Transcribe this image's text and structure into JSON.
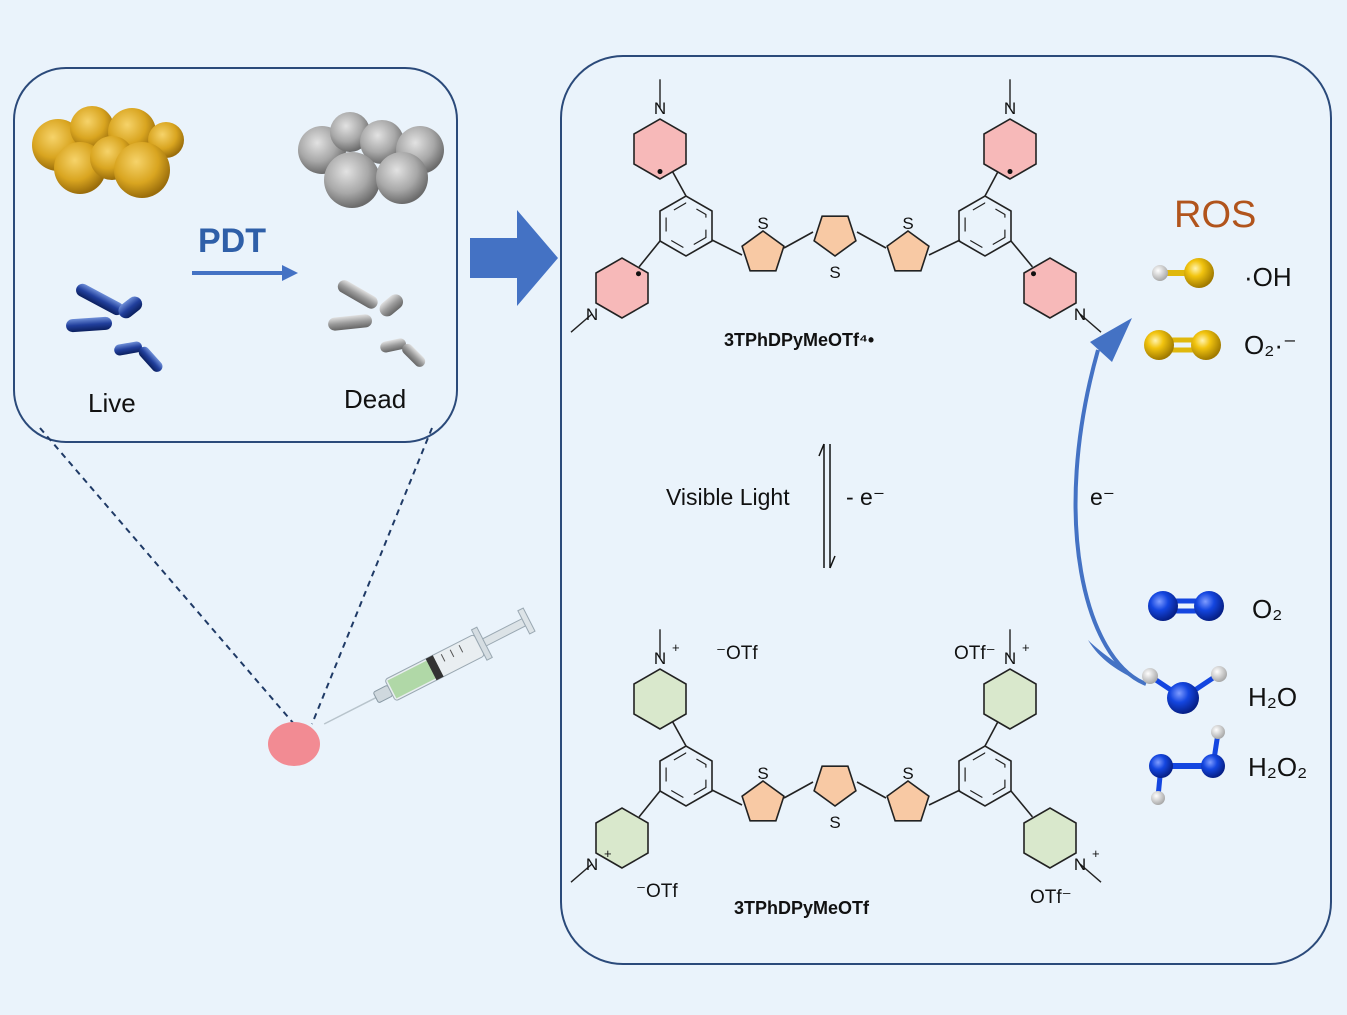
{
  "left_panel": {
    "pdt_label": "PDT",
    "live_label": "Live",
    "dead_label": "Dead"
  },
  "right_panel": {
    "top_compound": "3TPhDPyMeOTf⁴•",
    "bottom_compound": "3TPhDPyMeOTf",
    "visible_light_label": "Visible Light",
    "minus_e_label": "- e⁻",
    "electron_label": "e⁻",
    "ros_title": "ROS",
    "species": {
      "oh": "·OH",
      "superoxide": "O₂·⁻",
      "o2": "O₂",
      "h2o": "H₂O",
      "h2o2": "H₂O₂"
    },
    "otf_label": "OTf",
    "otf_neg_left": "⁻OTf",
    "otf_neg_right": "OTf⁻",
    "s_label": "S",
    "n_label": "N"
  },
  "colors": {
    "background": "#eaf3fb",
    "panel_border": "#2b4a7a",
    "arrow_blue": "#4472c4",
    "pdt_blue": "#2f5fa8",
    "ros_orange": "#b1541c",
    "radical_pyridine": "#f7b9b9",
    "cation_pyridine": "#d9e8cc",
    "thiophene": "#f8c9a4",
    "injection_spot": "#f28b93",
    "gold_atom": "#f2c40f",
    "blue_atom": "#0d3fd6"
  },
  "icons": [
    "live-bacteria-cocci-icon",
    "dead-bacteria-cocci-icon",
    "live-bacteria-rods-icon",
    "dead-bacteria-rods-icon",
    "syringe-icon"
  ]
}
